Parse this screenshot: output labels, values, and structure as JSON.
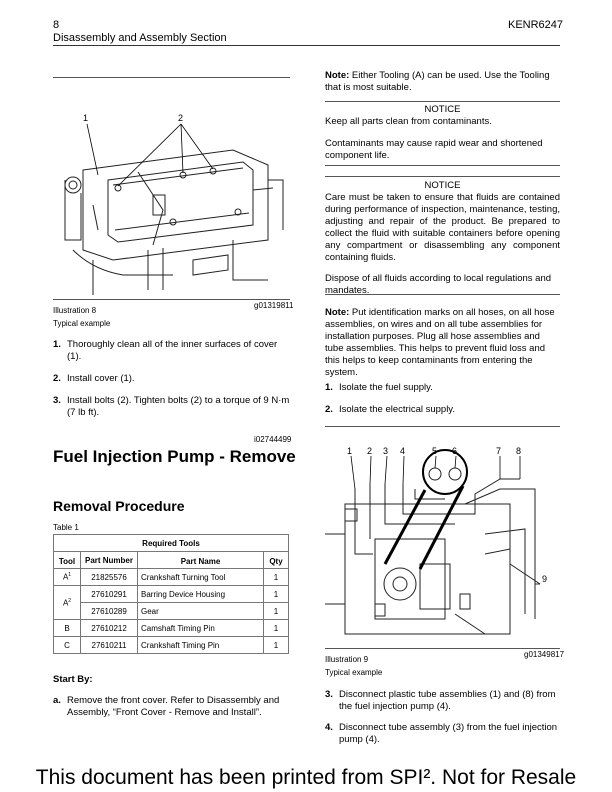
{
  "header": {
    "page_number": "8",
    "section_title": "Disassembly and Assembly Section",
    "doc_id": "KENR6247"
  },
  "left": {
    "illus8": {
      "callouts": [
        "1",
        "2"
      ],
      "id": "g01319811",
      "title": "Illustration 8",
      "caption": "Typical example"
    },
    "steps": [
      {
        "num": "1.",
        "text": "Thoroughly clean all of the inner surfaces of cover (1)."
      },
      {
        "num": "2.",
        "text": "Install cover (1)."
      },
      {
        "num": "3.",
        "text": "Install bolts (2). Tighten bolts (2) to a torque of 9 N·m (7 lb ft)."
      }
    ],
    "ref_id": "i02744499",
    "section_heading": "Fuel Injection Pump - Remove",
    "sub_heading": "Removal Procedure",
    "table_label": "Table 1",
    "table": {
      "title": "Required Tools",
      "headers": [
        "Tool",
        "Part Number",
        "Part Name",
        "Qty"
      ],
      "rows": [
        {
          "tool": "A",
          "sup": "1",
          "part": "21825576",
          "name": "Crankshaft Turning Tool",
          "qty": "1"
        },
        {
          "tool": "A",
          "sup": "2",
          "part": "27610291",
          "name": "Barring Device Housing",
          "qty": "1"
        },
        {
          "tool": "",
          "sup": "",
          "part": "27610289",
          "name": "Gear",
          "qty": "1"
        },
        {
          "tool": "B",
          "sup": "",
          "part": "27610212",
          "name": "Camshaft Timing Pin",
          "qty": "1"
        },
        {
          "tool": "C",
          "sup": "",
          "part": "27610211",
          "name": "Crankshaft Timing Pin",
          "qty": "1"
        }
      ]
    },
    "start_by": "Start By:",
    "start_step": {
      "num": "a.",
      "text": "Remove the front cover. Refer to Disassembly and Assembly, “Front Cover - Remove and Install”."
    }
  },
  "right": {
    "note1_label": "Note:",
    "note1_text": " Either Tooling (A) can be used. Use the Tooling that is most suitable.",
    "notice1_title": "NOTICE",
    "notice1_lines": [
      "Keep all parts clean from contaminants.",
      "Contaminants may cause rapid wear and shortened component life."
    ],
    "notice2_title": "NOTICE",
    "notice2_p1": "Care must be taken to ensure that fluids are contained during performance of inspection, maintenance, testing, adjusting and repair of the product. Be prepared to collect the fluid with suitable containers before opening any compartment or disassembling any component containing fluids.",
    "notice2_p2": "Dispose of all fluids according to local regulations and mandates.",
    "note2_label": "Note:",
    "note2_text": " Put identification marks on all hoses, on all hose assemblies, on wires and on all tube assemblies for installation purposes. Plug all hose assemblies and tube assemblies. This helps to prevent fluid loss and this helps to keep contaminants from entering the system.",
    "steps": [
      {
        "num": "1.",
        "text": "Isolate the fuel supply."
      },
      {
        "num": "2.",
        "text": "Isolate the electrical supply."
      }
    ],
    "illus9": {
      "callouts": [
        "1",
        "2",
        "3",
        "4",
        "5",
        "6",
        "7",
        "8",
        "9"
      ],
      "id": "g01349817",
      "title": "Illustration 9",
      "caption": "Typical example"
    },
    "steps2": [
      {
        "num": "3.",
        "text": "Disconnect plastic tube assemblies (1) and (8) from the fuel injection pump (4)."
      },
      {
        "num": "4.",
        "text": "Disconnect tube assembly (3) from the fuel injection pump (4)."
      }
    ]
  },
  "footer": "This document has been printed from SPI². Not for Resale"
}
